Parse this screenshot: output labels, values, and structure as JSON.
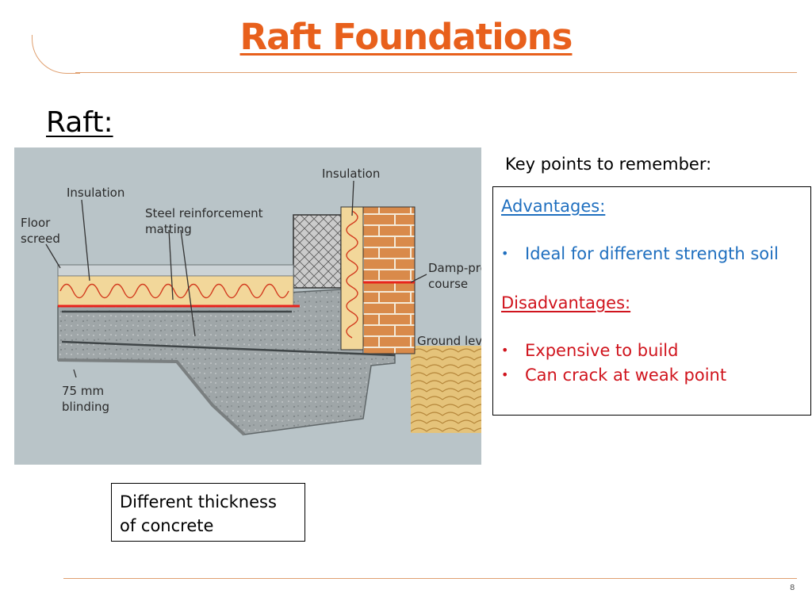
{
  "slide": {
    "title": "Raft Foundations",
    "subtitle": "Raft:",
    "page_number": "8"
  },
  "diagram": {
    "labels": {
      "insulation_left": "Insulation",
      "insulation_right": "Insulation",
      "floor_screed_1": "Floor",
      "floor_screed_2": "screed",
      "steel_1": "Steel reinforcement",
      "steel_2": "matting",
      "damp_1": "Damp-proof",
      "damp_2": "course",
      "ground": "Ground level",
      "blinding_1": "75 mm",
      "blinding_2": "blinding"
    },
    "colors": {
      "background": "#b9c4c8",
      "concrete": "#9fa6a8",
      "insulation": "#f2d79a",
      "dpc": "#e8231c",
      "brick": "#d98a4a",
      "block": "#c9c9c9"
    }
  },
  "key_points": {
    "heading": "Key points to remember:",
    "advantages_heading": "Advantages:",
    "advantages": [
      "Ideal for different strength soil"
    ],
    "disadvantages_heading": "Disadvantages:",
    "disadvantages": [
      "Expensive to build",
      "Can crack at weak point"
    ]
  },
  "caption": {
    "line1": "Different thickness",
    "line2": "of concrete"
  }
}
